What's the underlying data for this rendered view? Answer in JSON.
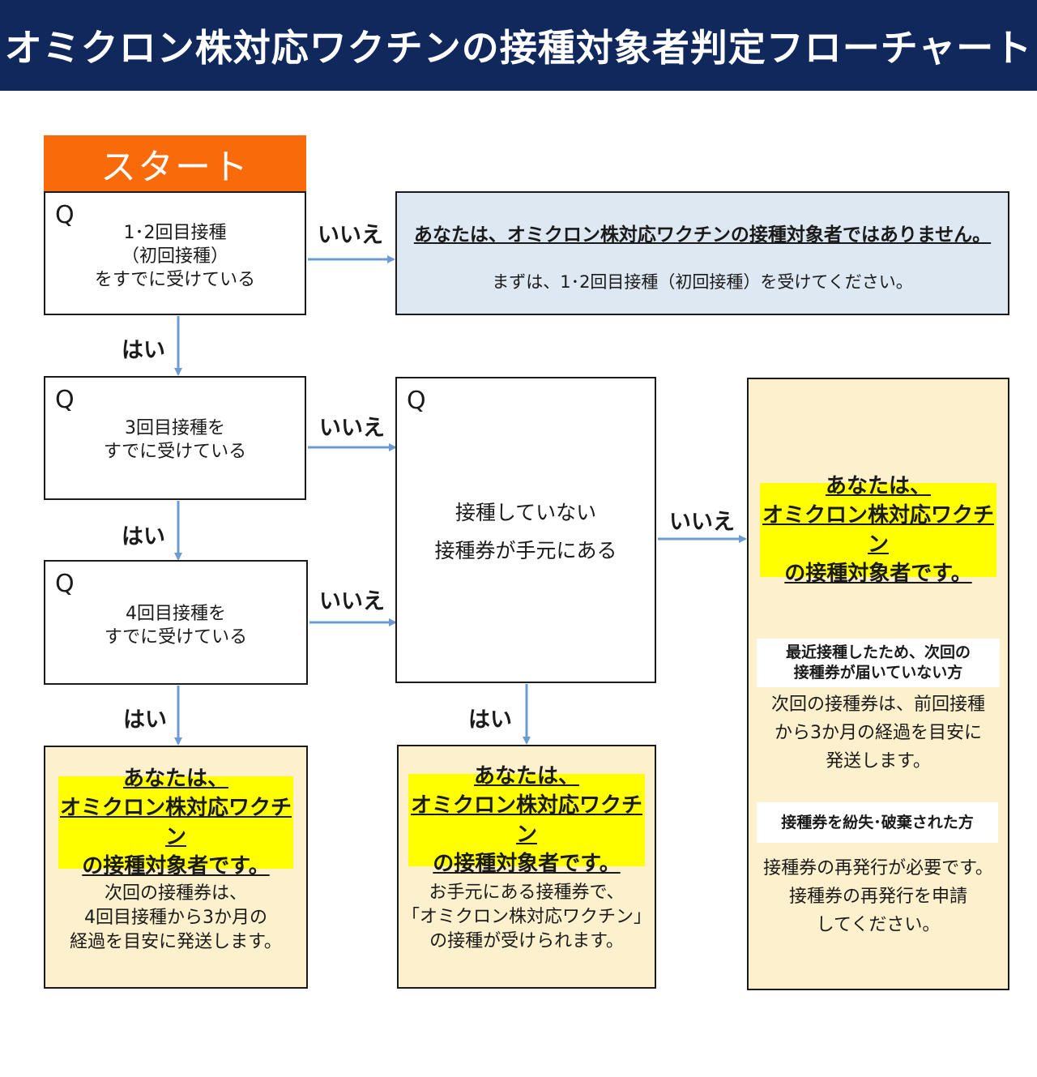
{
  "title": "オミクロン株対応ワクチンの接種対象者判定フローチャート",
  "start_label": "スタート",
  "q_mark": "Q",
  "yes": "はい",
  "no": "いいえ",
  "questions": {
    "q1": "1･2回目接種\n（初回接種）\nをすでに受けている",
    "q2": "3回目接種を\nすでに受けている",
    "q3": "4回目接種を\nすでに受けている",
    "q4_line1": "接種していない",
    "q4_line2": "接種券が手元にある"
  },
  "not_eligible": {
    "heading": "あなたは、オミクロン株対応ワクチンの接種対象者ではありません。",
    "body": "まずは、1･2回目接種（初回接種）を受けてください。"
  },
  "eligible_heading": "あなたは、\nオミクロン株対応ワクチン\nの接種対象者です。",
  "result_4th": "次回の接種券は、\n4回目接種から3か月の\n経過を目安に発送します。",
  "result_ticket": "お手元にある接種券で、\n「オミクロン株対応ワクチン」\nの接種が受けられます。",
  "right_panel": {
    "sub1_heading": "最近接種したため、次回の\n接種券が届いていない方",
    "sub1_body": "次回の接種券は、前回接種\nから3か月の経過を目安に\n発送します。",
    "sub2_heading": "接種券を紛失･破棄された方",
    "sub2_body": "接種券の再発行が必要です。\n接種券の再発行を申請\nしてください。"
  },
  "colors": {
    "header_bg": "#10285c",
    "start_bg": "#f96a0b",
    "result_bg": "#fdf0cc",
    "notice_bg": "#dde8f3",
    "highlight": "#ffff00",
    "arrow": "#6b9bd1"
  }
}
